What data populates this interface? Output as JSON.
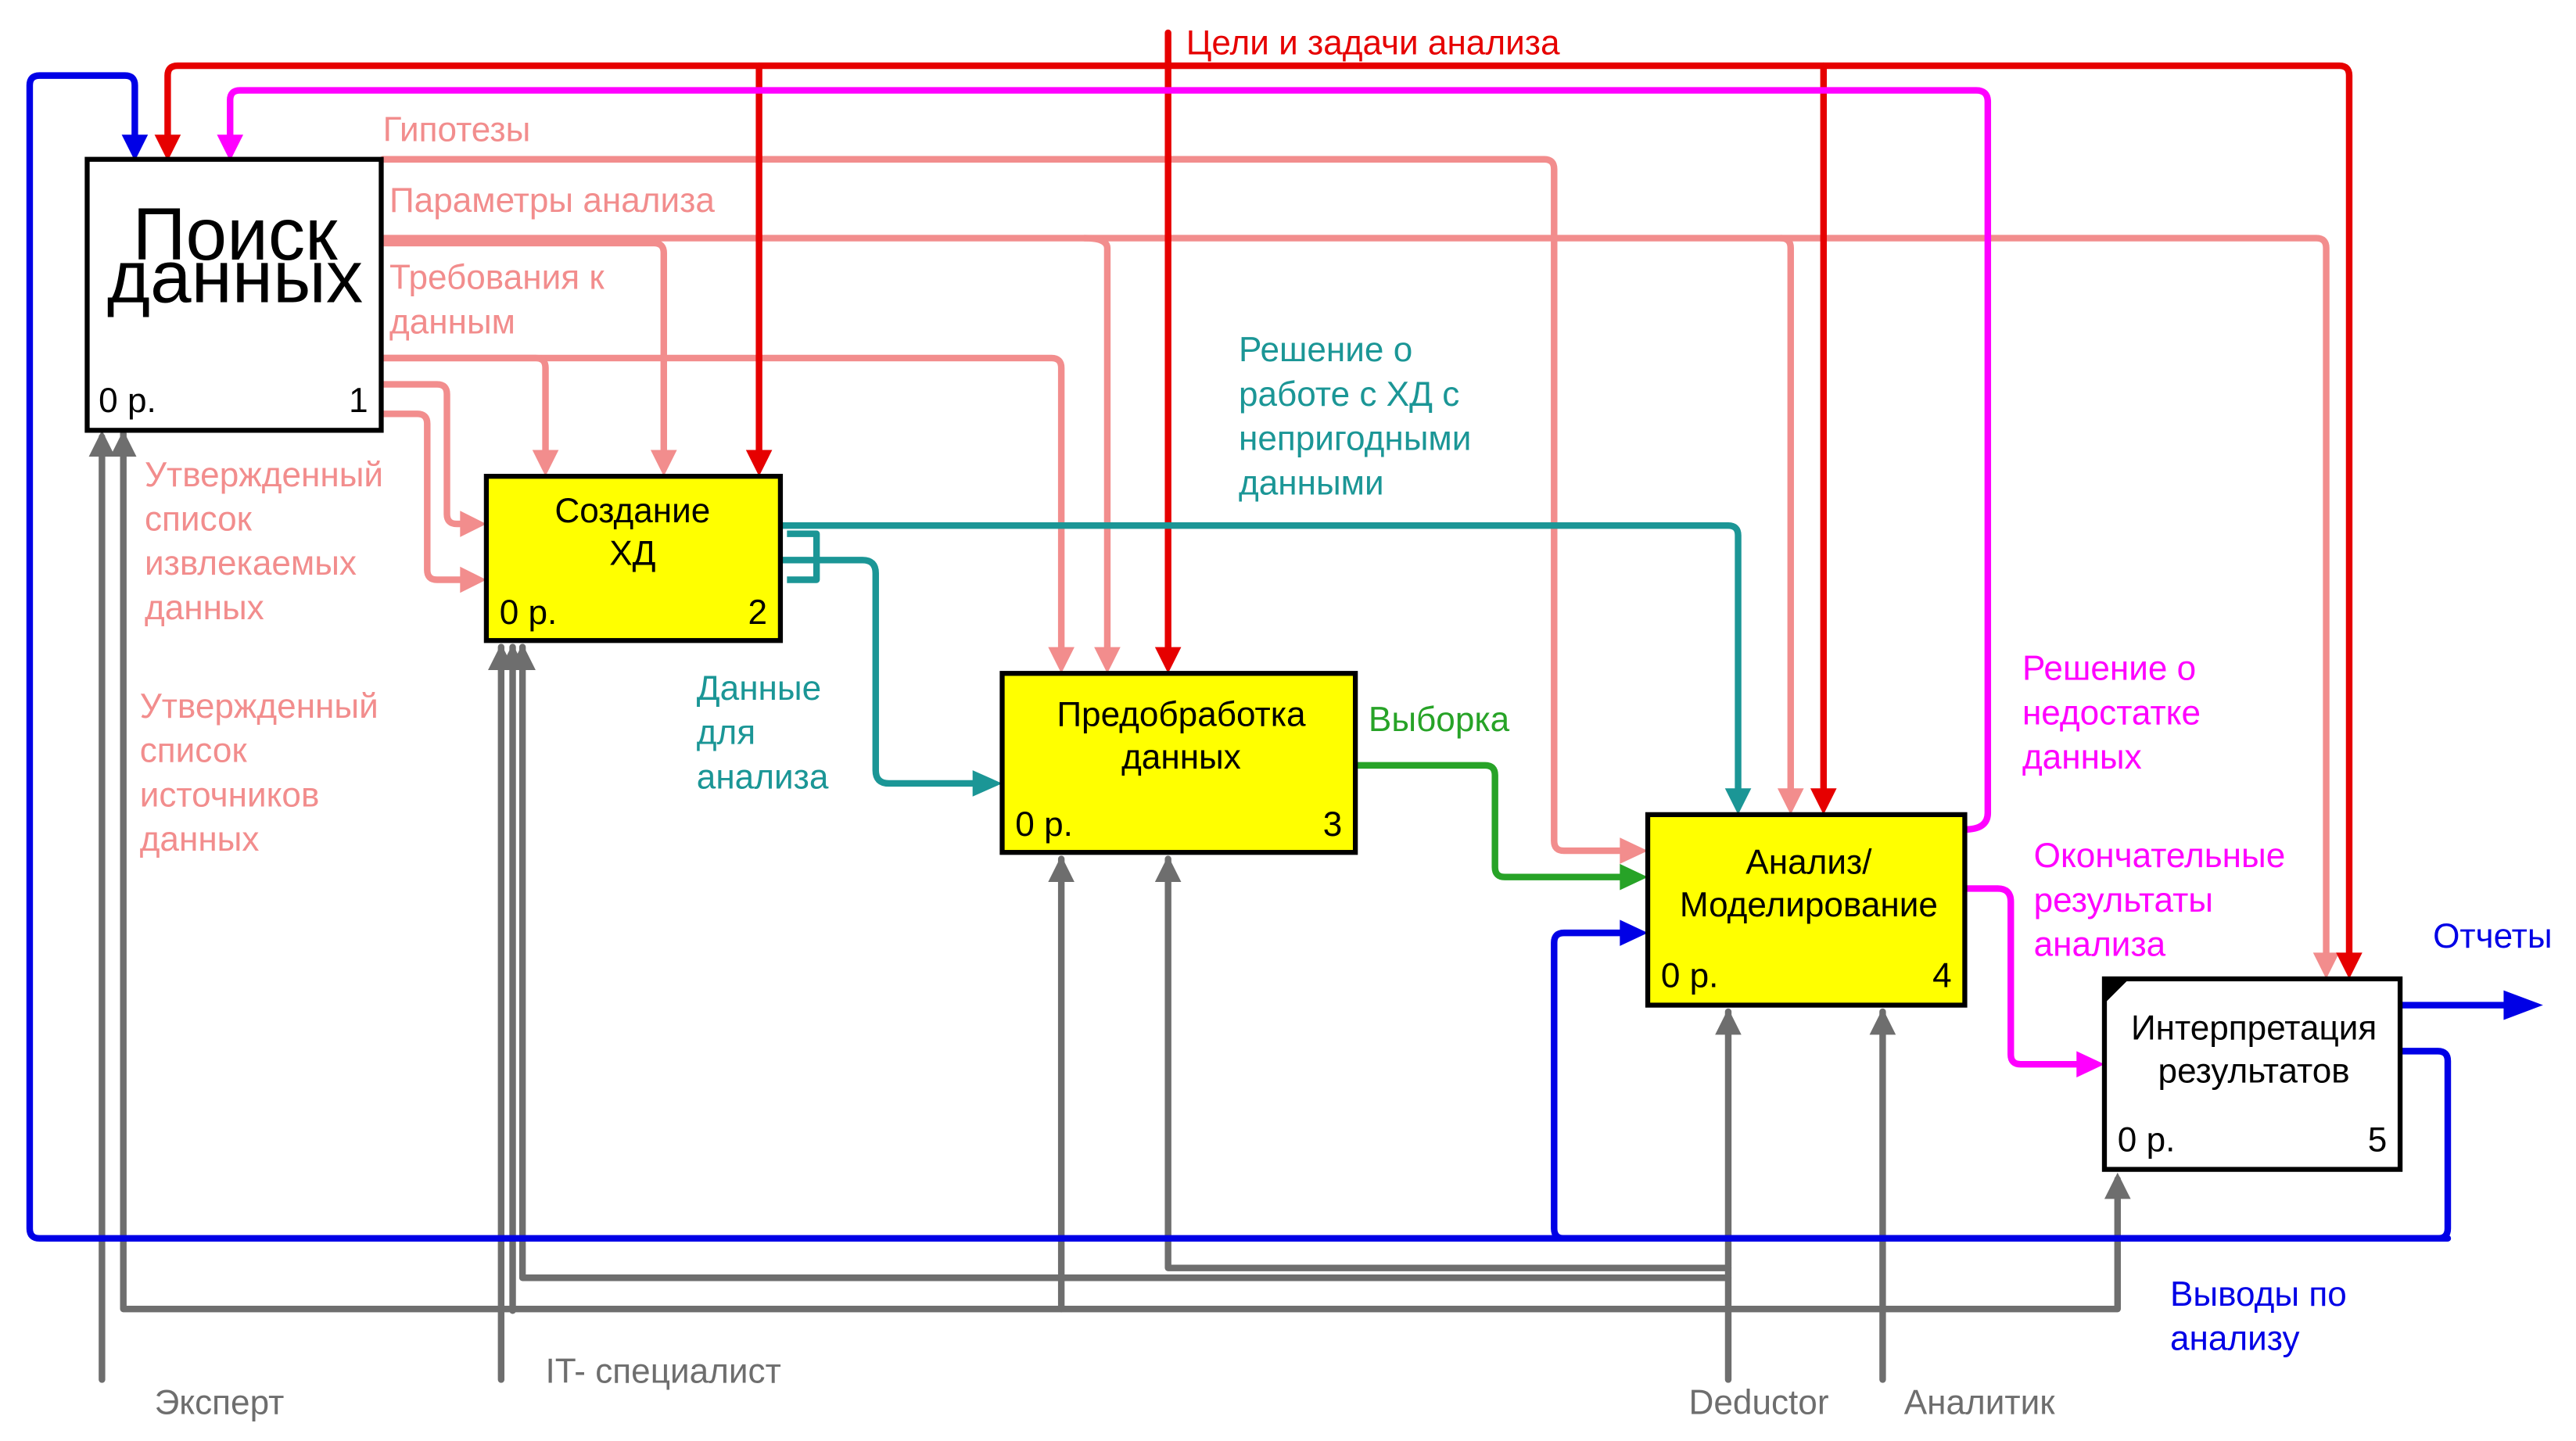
{
  "colors": {
    "red": "#e60000",
    "pink": "#f28d8d",
    "magenta": "#ff00ff",
    "teal": "#1b9696",
    "green": "#27a327",
    "blue": "#0000e6",
    "gray": "#6e6e6e",
    "box_yellow": "#ffff00",
    "box_white": "#ffffff"
  },
  "boxes": [
    {
      "id": "1",
      "title": [
        "Поиск",
        "данных"
      ],
      "cost": "0 р.",
      "number": "1",
      "fill": "white"
    },
    {
      "id": "2",
      "title": [
        "Создание",
        "ХД"
      ],
      "cost": "0 р.",
      "number": "2",
      "fill": "yellow"
    },
    {
      "id": "3",
      "title": [
        "Предобработка",
        "данных"
      ],
      "cost": "0 р.",
      "number": "3",
      "fill": "yellow"
    },
    {
      "id": "4",
      "title": [
        "Анализ/",
        "Моделирование"
      ],
      "cost": "0 р.",
      "number": "4",
      "fill": "yellow"
    },
    {
      "id": "5",
      "title": [
        "Интерпретация",
        "результатов"
      ],
      "cost": "0 р.",
      "number": "5",
      "fill": "white"
    }
  ],
  "labels": {
    "goals": "Цели и задачи анализа",
    "hypotheses": "Гипотезы",
    "params": "Параметры анализа",
    "req": [
      "Требования к",
      "данным"
    ],
    "approved_list": [
      "Утвержденный",
      "список",
      "извлекаемых",
      "данных"
    ],
    "approved_sources": [
      "Утвержденный",
      "список",
      "источников",
      "данных"
    ],
    "decision_dw": [
      "Решение о",
      "работе с ХД с",
      "непригодными",
      "данными"
    ],
    "data_for_analysis": [
      "Данные",
      "для",
      "анализа"
    ],
    "sample": "Выборка",
    "decision_lack": [
      "Решение о",
      "недостатке",
      "данных"
    ],
    "final_results": [
      "Окончательные",
      "результаты",
      "анализа"
    ],
    "reports": "Отчеты",
    "conclusions": [
      "Выводы по",
      "анализу"
    ],
    "expert": "Эксперт",
    "it_specialist": "IT- специалист",
    "deductor": "Deductor",
    "analyst": "Аналитик"
  }
}
